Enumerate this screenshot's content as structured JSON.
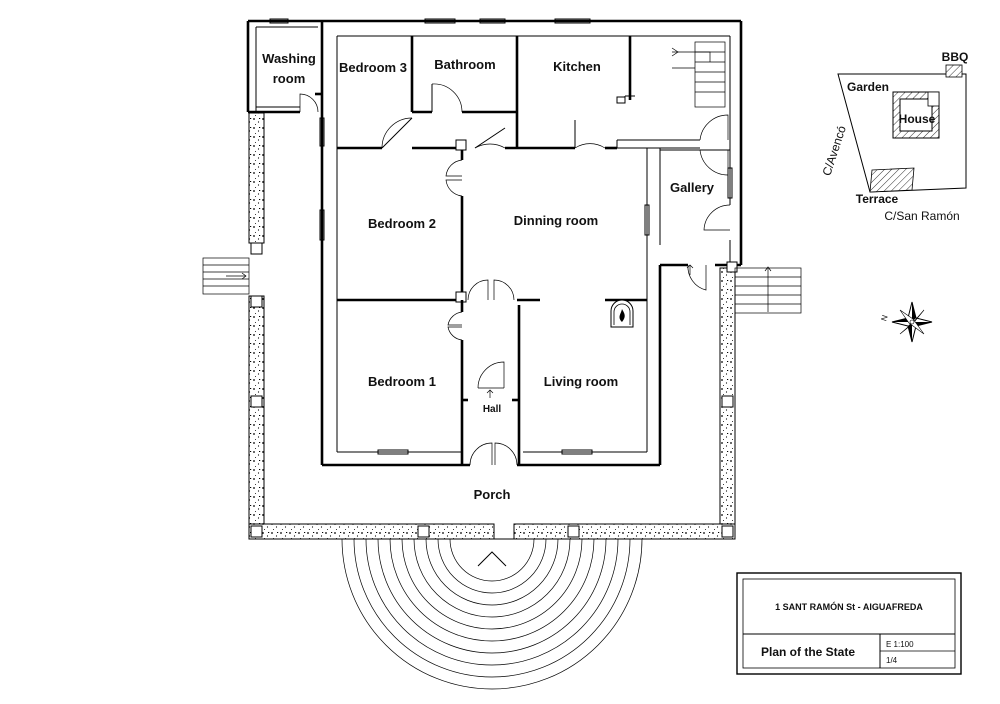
{
  "rooms": {
    "washing": [
      "Washing",
      "room"
    ],
    "bedroom3": "Bedroom 3",
    "bathroom": "Bathroom",
    "kitchen": "Kitchen",
    "gallery": "Gallery",
    "bedroom2": "Bedroom 2",
    "dining": "Dinning room",
    "bedroom1": "Bedroom 1",
    "living": "Living room",
    "hall": "Hall",
    "porch": "Porch"
  },
  "site_map": {
    "garden": "Garden",
    "bbq": "BBQ",
    "house": "House",
    "terrace": "Terrace",
    "street_1": "C/Avencó",
    "street_2": "C/San Ramón"
  },
  "compass": {
    "north_label": "N"
  },
  "title_block": {
    "address": "1 SANT RAMÓN St - AIGUAFREDA",
    "title": "Plan of the State",
    "scale": "E 1:100",
    "sheet": "1/4"
  }
}
